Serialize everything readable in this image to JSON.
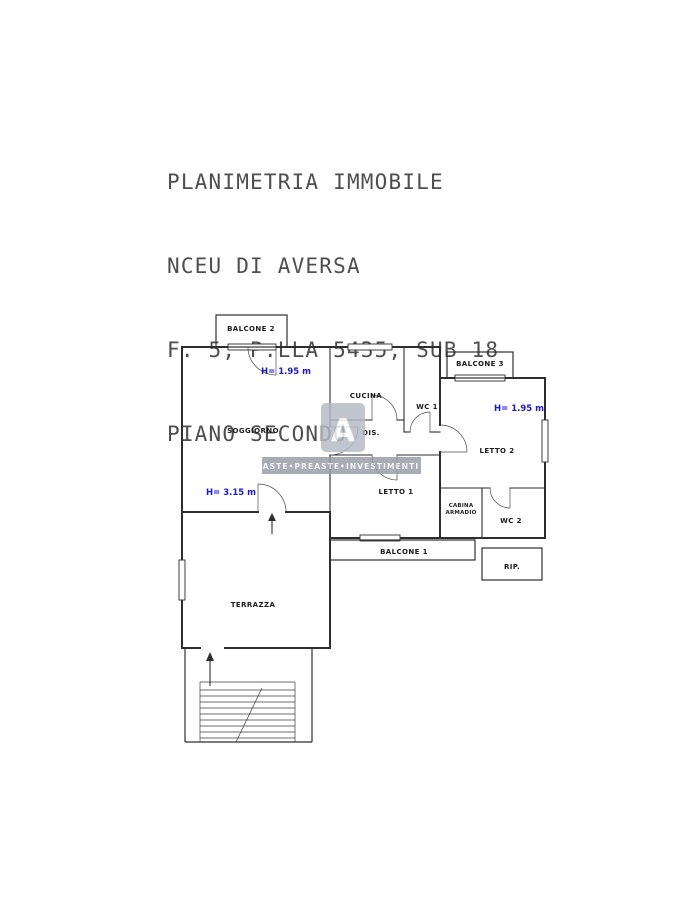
{
  "colors": {
    "line": "#2e2e2e",
    "accent_blue": "#1a1ac8",
    "watermark_square": "#b4b9c3",
    "watermark_banner": "#959ba7",
    "header_text": "#4e4e4e"
  },
  "header": {
    "line1": "PLANIMETRIA IMMOBILE",
    "line2": "NCEU DI AVERSA",
    "line3": "F. 5, P.LLA 5435, SUB 18",
    "line4": "PIANO SECONDO"
  },
  "plan": {
    "rooms": {
      "balcone2": "BALCONE 2",
      "balcone3": "BALCONE 3",
      "cucina": "CUCINA",
      "wc1": "WC 1",
      "soggiorno": "SOGGIORNO",
      "dis": "DIS.",
      "letto2": "LETTO 2",
      "letto1": "LETTO 1",
      "cabina_line1": "CABINA",
      "cabina_line2": "ARMADIO",
      "wc2": "WC 2",
      "balcone1": "BALCONE 1",
      "rip": "RIP.",
      "terrazza": "TERRAZZA"
    },
    "heights": {
      "soggiorno": "H= 1.95 m",
      "letto2": "H= 1.95 m",
      "terrazza": "H= 3.15 m"
    }
  },
  "watermark": {
    "logo_letter": "A",
    "banner": "ASTE•PREASTE•INVESTIMENTI"
  }
}
